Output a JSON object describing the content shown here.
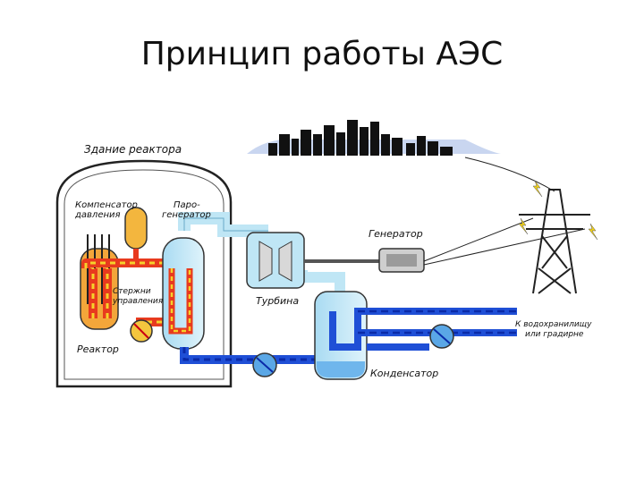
{
  "title": "Принцип работы АЭС",
  "labels": {
    "building": "Здание реактора",
    "pressurizer_1": "Компенсатор",
    "pressurizer_2": "давления",
    "steam_gen_1": "Паро-",
    "steam_gen_2": "генератор",
    "generator": "Генератор",
    "rods_1": "Стержни",
    "rods_2": "управления",
    "turbine": "Турбина",
    "reactor": "Реактор",
    "outlet_1": "К водохранилищу",
    "outlet_2": "или градирне",
    "condenser": "Конденсатор"
  },
  "colors": {
    "hot_loop": "#e83a1e",
    "hot_dash": "#f5d22a",
    "steam": "#bfe6f5",
    "cold_water": "#1f4fd6",
    "cold_dash": "#0a2aa8",
    "pressurizer": "#f3b63e",
    "tower": "#222222",
    "lightning": "#f2d21a"
  }
}
